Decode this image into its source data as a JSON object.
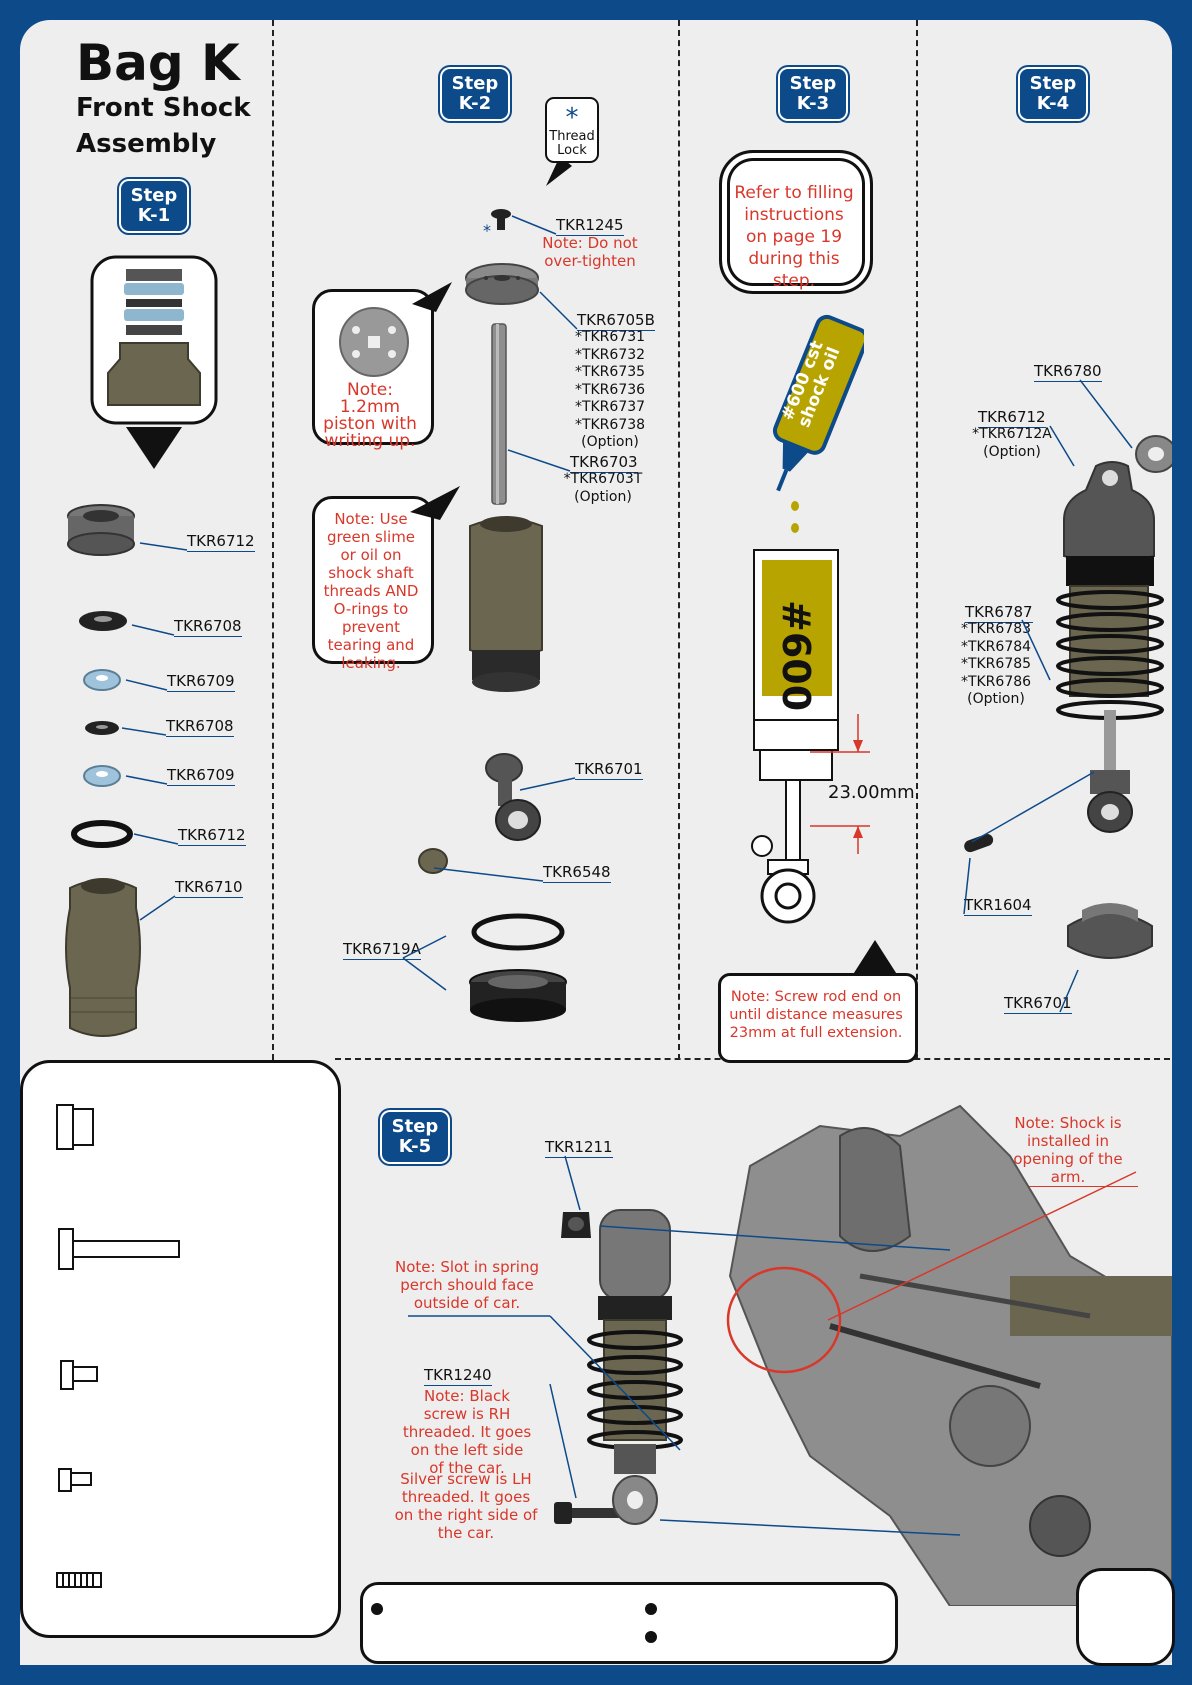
{
  "header": {
    "title": "Bag K",
    "subtitle": "Front Shock Assembly"
  },
  "steps": {
    "k1": "Step K-1",
    "k2": "Step K-2",
    "k3": "Step K-3",
    "k4": "Step K-4",
    "k5": "Step K-5"
  },
  "step_k1": {
    "parts": [
      "TKR6712",
      "TKR6708",
      "TKR6709",
      "TKR6708",
      "TKR6709",
      "TKR6712",
      "TKR6710"
    ]
  },
  "step_k2": {
    "thread_lock": "Thread Lock",
    "screw_label": "TKR1245",
    "screw_note": "Note: Do not over-tighten",
    "piston_label": "TKR6705B",
    "piston_options": "*TKR6731\n*TKR6732\n*TKR6735\n*TKR6736\n*TKR6737\n*TKR6738\n(Option)",
    "piston_note": "Note: 1.2mm piston with writing up.",
    "shaft_label": "TKR6703",
    "shaft_options": "*TKR6703T\n(Option)",
    "oring_note": "Note: Use green slime or oil on shock shaft threads AND O-rings to prevent tearing and leaking.",
    "rod_end_label": "TKR6701",
    "ball_label": "TKR6548",
    "seal_label": "TKR6719A"
  },
  "step_k3": {
    "fill_note": "Refer to filling instructions on page 19 during this step.",
    "bottle_label": "#600 cst shock oil",
    "body_label": "#600",
    "measure": "23.00mm",
    "rod_note": "Note: Screw rod end on until distance measures 23mm at full extension."
  },
  "step_k4": {
    "cap_label": "TKR6780",
    "shock_label": "TKR6712",
    "shock_options": "*TKR6712A\n(Option)",
    "spring_label": "TKR6787",
    "spring_options": "*TKR6783\n*TKR6784\n*TKR6785\n*TKR6786\n(Option)",
    "pin_label": "TKR1604",
    "perch_label": "TKR6701"
  },
  "step_k5": {
    "top_screw": "TKR1211",
    "arm_note": "Note: Shock is installed in opening of the arm.",
    "slot_note": "Note: Slot in spring perch should face outside of car.",
    "bottom_screw": "TKR1240",
    "black_note": "Note: Black screw is RH threaded. It goes on the left side of the car.",
    "silver_note": "Silver screw is LH threaded. It goes on the right side of the car."
  },
  "colors": {
    "brand_blue": "#0d4a8a",
    "note_red": "#d9372a",
    "oil_yellow": "#b8a400",
    "part_olive": "#6b6650"
  }
}
